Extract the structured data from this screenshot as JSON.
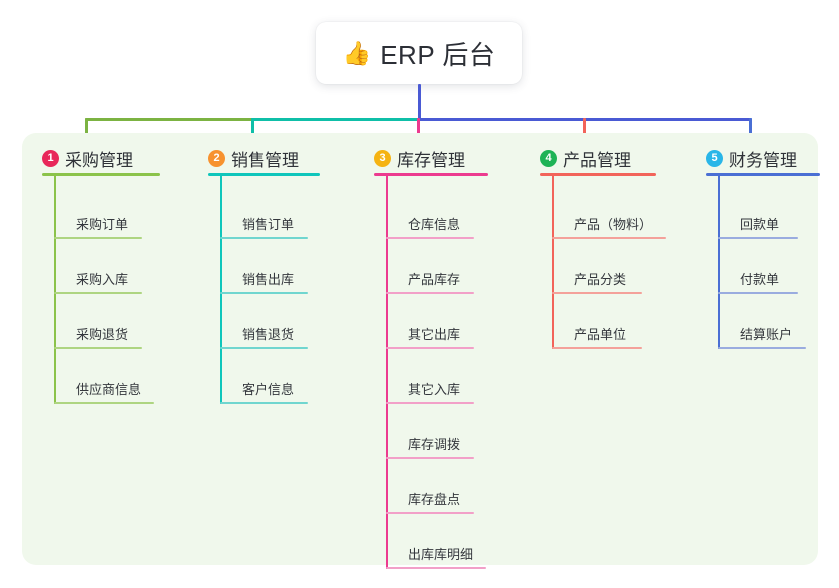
{
  "root": {
    "icon": "thumbs-up-icon",
    "emoji": "👍",
    "title": "ERP 后台"
  },
  "theme": {
    "panel_background": "#f0f8ec",
    "page_background": "#ffffff",
    "trunk_green": "#7cb342",
    "trunk_teal": "#0fbfa8",
    "trunk_blue": "#4a5ad4",
    "root_stem": "#4a5ad4"
  },
  "columns": [
    {
      "index": "1",
      "badge_color": "#e8285a",
      "line_color": "#8bc34a",
      "item_line_color": "#aed581",
      "drop_color": "#7cb342",
      "title": "采购管理",
      "head_rule_width": 118,
      "items": [
        {
          "label": "采购订单",
          "rule_width": 88
        },
        {
          "label": "采购入库",
          "rule_width": 88
        },
        {
          "label": "采购退货",
          "rule_width": 88
        },
        {
          "label": "供应商信息",
          "rule_width": 100
        }
      ]
    },
    {
      "index": "2",
      "badge_color": "#f7922f",
      "line_color": "#0fc6bb",
      "item_line_color": "#70d6cf",
      "drop_color": "#0fbfa8",
      "title": "销售管理",
      "head_rule_width": 112,
      "items": [
        {
          "label": "销售订单",
          "rule_width": 88
        },
        {
          "label": "销售出库",
          "rule_width": 88
        },
        {
          "label": "销售退货",
          "rule_width": 88
        },
        {
          "label": "客户信息",
          "rule_width": 88
        }
      ]
    },
    {
      "index": "3",
      "badge_color": "#f5b312",
      "line_color": "#ec3b8f",
      "item_line_color": "#f2a0c8",
      "drop_color": "#ec3b8f",
      "title": "库存管理",
      "head_rule_width": 114,
      "items": [
        {
          "label": "仓库信息",
          "rule_width": 88
        },
        {
          "label": "产品库存",
          "rule_width": 88
        },
        {
          "label": "其它出库",
          "rule_width": 88
        },
        {
          "label": "其它入库",
          "rule_width": 88
        },
        {
          "label": "库存调拨",
          "rule_width": 88
        },
        {
          "label": "库存盘点",
          "rule_width": 88
        },
        {
          "label": "出库库明细",
          "rule_width": 100
        }
      ]
    },
    {
      "index": "4",
      "badge_color": "#1eb356",
      "line_color": "#f2645a",
      "item_line_color": "#f4a19a",
      "drop_color": "#f2645a",
      "title": "产品管理",
      "head_rule_width": 116,
      "items": [
        {
          "label": "产品（物料）",
          "rule_width": 114
        },
        {
          "label": "产品分类",
          "rule_width": 90
        },
        {
          "label": "产品单位",
          "rule_width": 90
        }
      ]
    },
    {
      "index": "5",
      "badge_color": "#29b6e8",
      "line_color": "#4a6fd4",
      "item_line_color": "#9aacdf",
      "drop_color": "#4a6fd4",
      "title": "财务管理",
      "head_rule_width": 114,
      "items": [
        {
          "label": "回款单",
          "rule_width": 80
        },
        {
          "label": "付款单",
          "rule_width": 80
        },
        {
          "label": "结算账户",
          "rule_width": 88
        }
      ]
    }
  ]
}
